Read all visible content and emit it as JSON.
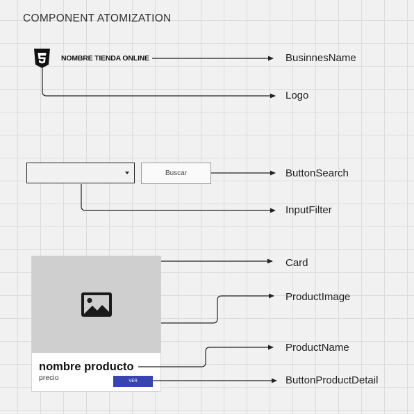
{
  "title": "COMPONENT ATOMIZATION",
  "header": {
    "store_name": "NOMBRE TIENDA ONLINE",
    "logo_icon": "css3-shield-icon"
  },
  "search": {
    "select_value": "",
    "button_label": "Buscar"
  },
  "card": {
    "image_icon": "image-icon",
    "product_name": "nombre producto",
    "price": "precio",
    "button_label": "VER",
    "button_color": "#3a44b0"
  },
  "labels": {
    "business_name": "BusinnesName",
    "logo": "Logo",
    "button_search": "ButtonSearch",
    "input_filter": "InputFilter",
    "card": "Card",
    "product_image": "ProductImage",
    "product_name": "ProductName",
    "button_product_detail": "ButtonProductDetail"
  }
}
